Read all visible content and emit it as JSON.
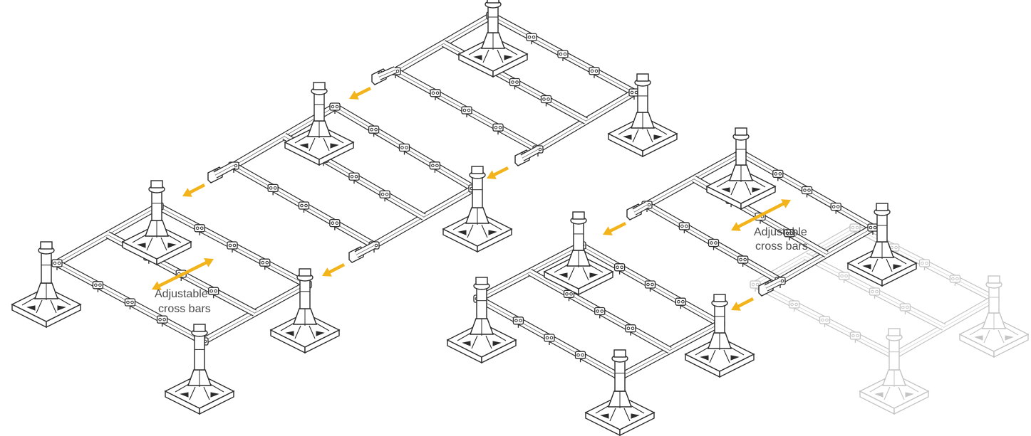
{
  "labels": {
    "left": {
      "line1": "Adjustable",
      "line2": "cross bars"
    },
    "right": {
      "line1": "Adjustable",
      "line2": "cross bars"
    }
  },
  "colors": {
    "outline": "#2b2b2b",
    "outline_ghost": "#c4c4c4",
    "arrow": "#f2b31b",
    "frame_fill": "#ffffff"
  },
  "illustrations": [
    {
      "id": "left-assembly",
      "modules": 3,
      "feet": 8,
      "state": "extended-three-modules"
    },
    {
      "id": "right-assembly",
      "modules": 2,
      "feet": 6,
      "ghost_module": true,
      "state": "two-modules-with-ghost-extension"
    }
  ],
  "icons": [
    "double-headed-arrow",
    "single-arrow",
    "adjustable-foot",
    "bar-clamp"
  ]
}
